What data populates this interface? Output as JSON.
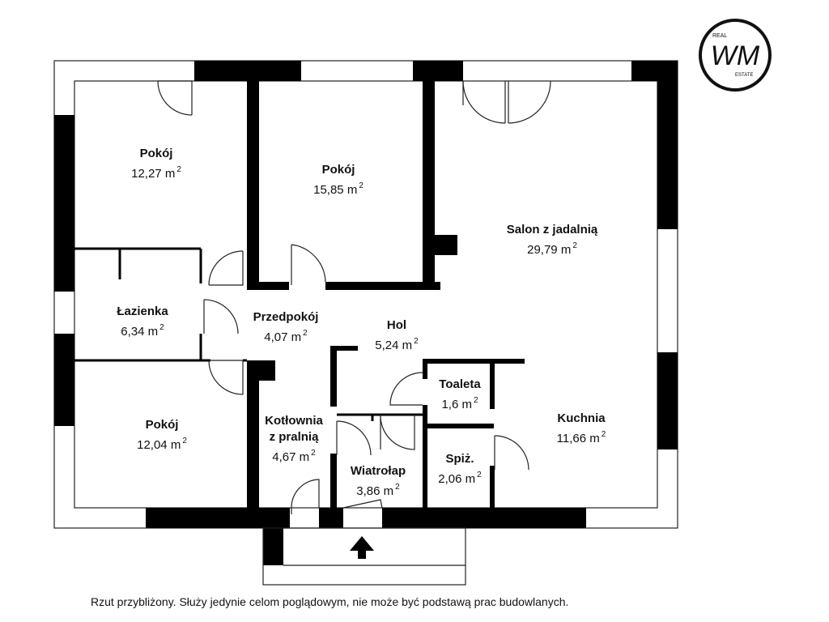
{
  "rooms": {
    "pokoj_nw": {
      "name": "Pokój",
      "area": "12,27 m",
      "unit_sup": "2"
    },
    "pokoj_n": {
      "name": "Pokój",
      "area": "15,85 m",
      "unit_sup": "2"
    },
    "salon": {
      "name": "Salon z jadalnią",
      "area": "29,79 m",
      "unit_sup": "2"
    },
    "lazienka": {
      "name": "Łazienka",
      "area": "6,34 m",
      "unit_sup": "2"
    },
    "przedpokoj": {
      "name": "Przedpokój",
      "area": "4,07 m",
      "unit_sup": "2"
    },
    "hol": {
      "name": "Hol",
      "area": "5,24 m",
      "unit_sup": "2"
    },
    "toaleta": {
      "name": "Toaleta",
      "area": "1,6 m",
      "unit_sup": "2"
    },
    "kuchnia": {
      "name": "Kuchnia",
      "area": "11,66 m",
      "unit_sup": "2"
    },
    "pokoj_sw": {
      "name": "Pokój",
      "area": "12,04 m",
      "unit_sup": "2"
    },
    "kotlownia": {
      "name_line1": "Kotłownia",
      "name_line2": "z pralnią",
      "area": "4,67 m",
      "unit_sup": "2"
    },
    "wiatrolap": {
      "name": "Wiatrołap",
      "area": "3,86 m",
      "unit_sup": "2"
    },
    "spiz": {
      "name": "Spiż.",
      "area": "2,06 m",
      "unit_sup": "2"
    }
  },
  "disclaimer": "Rzut przybliżony. Służy jedynie celom poglądowym, nie może być podstawą prac budowlanych.",
  "logo": {
    "top_text": "REAL",
    "mark": "WM",
    "bottom_text": "ESTATE"
  },
  "colors": {
    "wall": "#000000",
    "line": "#222222",
    "background": "#ffffff"
  }
}
